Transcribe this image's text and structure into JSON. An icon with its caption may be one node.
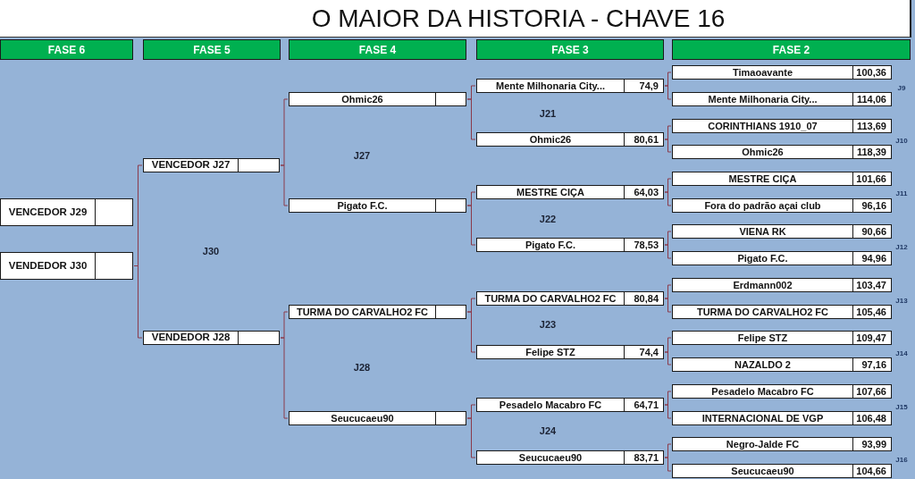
{
  "diagram": {
    "title": "O MAIOR DA HISTORIA - CHAVE 16",
    "nodes": [
      {
        "text": [
          "FASE 6"
        ]
      },
      {
        "text": [
          "FASE 5"
        ]
      },
      {
        "text": [
          "FASE 4"
        ]
      },
      {
        "text": [
          "FASE 3"
        ]
      },
      {
        "text": [
          "FASE 2"
        ]
      },
      {
        "text": [
          "VENCEDOR J29"
        ]
      },
      {
        "text": [
          "VENDEDOR J30"
        ]
      },
      {
        "text": [
          "VENCEDOR J27"
        ]
      },
      {
        "text": [
          "VENDEDOR J28"
        ]
      },
      {
        "text": [
          "Ohmic26"
        ]
      },
      {
        "text": [
          "Pigato F.C."
        ]
      },
      {
        "text": [
          "TURMA DO CARVALHO2 FC"
        ]
      },
      {
        "text": [
          "Seucucaeu90"
        ]
      },
      {
        "text": [
          "Mente Milhonaria City...",
          "74,9"
        ]
      },
      {
        "text": [
          "Ohmic26",
          "80,61"
        ]
      },
      {
        "text": [
          "MESTRE CIÇA",
          "64,03"
        ]
      },
      {
        "text": [
          "Pigato F.C.",
          "78,53"
        ]
      },
      {
        "text": [
          "TURMA DO CARVALHO2 FC",
          "80,84"
        ]
      },
      {
        "text": [
          "Felipe STZ",
          "74,4"
        ]
      },
      {
        "text": [
          "Pesadelo Macabro FC",
          "64,71"
        ]
      },
      {
        "text": [
          "Seucucaeu90",
          "83,71"
        ]
      },
      {
        "text": [
          "Timaoavante",
          "100,36"
        ]
      },
      {
        "text": [
          "Mente Milhonaria City...",
          "114,06"
        ]
      },
      {
        "text": [
          "CORINTHIANS 1910_07",
          "113,69"
        ]
      },
      {
        "text": [
          "Ohmic26",
          "118,39"
        ]
      },
      {
        "text": [
          "MESTRE CIÇA",
          "101,66"
        ]
      },
      {
        "text": [
          "Fora do padrão açai club",
          "96,16"
        ]
      },
      {
        "text": [
          "VIENA RK",
          "90,66"
        ]
      },
      {
        "text": [
          "Pigato F.C.",
          "94,96"
        ]
      },
      {
        "text": [
          "Erdmann002",
          "103,47"
        ]
      },
      {
        "text": [
          "TURMA DO CARVALHO2 FC",
          "105,46"
        ]
      },
      {
        "text": [
          "Felipe STZ",
          "109,47"
        ]
      },
      {
        "text": [
          "NAZALDO 2",
          "97,16"
        ]
      },
      {
        "text": [
          "Pesadelo Macabro FC",
          "107,66"
        ]
      },
      {
        "text": [
          "INTERNACIONAL DE VGP",
          "106,48"
        ]
      },
      {
        "text": [
          "Negro-Jalde FC",
          "93,99"
        ]
      },
      {
        "text": [
          "Seucucaeu90",
          "104,66"
        ]
      }
    ],
    "edges": [
      {
        "from": 21,
        "to": 13,
        "arrow": "none"
      },
      {
        "from": 22,
        "to": 13,
        "arrow": "none"
      },
      {
        "from": 23,
        "to": 14,
        "arrow": "none"
      },
      {
        "from": 24,
        "to": 14,
        "arrow": "none"
      },
      {
        "from": 25,
        "to": 15,
        "arrow": "none"
      },
      {
        "from": 26,
        "to": 15,
        "arrow": "none"
      },
      {
        "from": 27,
        "to": 16,
        "arrow": "none"
      },
      {
        "from": 28,
        "to": 16,
        "arrow": "none"
      },
      {
        "from": 29,
        "to": 17,
        "arrow": "none"
      },
      {
        "from": 30,
        "to": 17,
        "arrow": "none"
      },
      {
        "from": 31,
        "to": 18,
        "arrow": "none"
      },
      {
        "from": 32,
        "to": 18,
        "arrow": "none"
      },
      {
        "from": 33,
        "to": 19,
        "arrow": "none"
      },
      {
        "from": 34,
        "to": 19,
        "arrow": "none"
      },
      {
        "from": 35,
        "to": 20,
        "arrow": "none"
      },
      {
        "from": 36,
        "to": 20,
        "arrow": "none"
      },
      {
        "from": 13,
        "to": 9,
        "arrow": "none"
      },
      {
        "from": 14,
        "to": 9,
        "arrow": "none"
      },
      {
        "from": 15,
        "to": 10,
        "arrow": "none"
      },
      {
        "from": 16,
        "to": 10,
        "arrow": "none"
      },
      {
        "from": 17,
        "to": 11,
        "arrow": "none"
      },
      {
        "from": 18,
        "to": 11,
        "arrow": "none"
      },
      {
        "from": 19,
        "to": 12,
        "arrow": "none"
      },
      {
        "from": 20,
        "to": 12,
        "arrow": "none"
      },
      {
        "from": 9,
        "to": 7,
        "arrow": "none"
      },
      {
        "from": 10,
        "to": 7,
        "arrow": "none"
      },
      {
        "from": 11,
        "to": 8,
        "arrow": "none"
      },
      {
        "from": 12,
        "to": 8,
        "arrow": "none"
      },
      {
        "from": 7,
        "to": 6,
        "arrow": "none"
      },
      {
        "from": 8,
        "to": 6,
        "arrow": "none"
      }
    ],
    "labels": [
      "J30",
      "J27",
      "J28",
      "J21",
      "J22",
      "J23",
      "J24",
      "J9",
      "J10",
      "J11",
      "J12",
      "J13",
      "J14",
      "J15",
      "J16"
    ]
  }
}
